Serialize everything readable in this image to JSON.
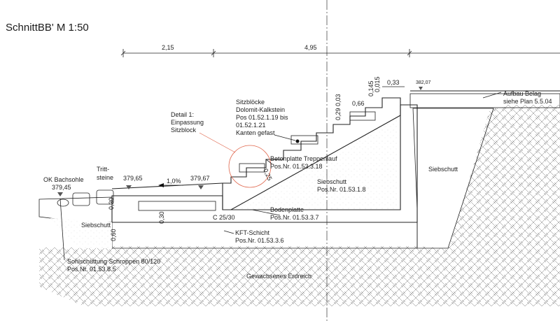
{
  "title": "SchnittBB' M 1:50",
  "dimensions": {
    "left_span": "2,15",
    "right_span": "4,95",
    "top_width": "0,33",
    "step_width": "0,66",
    "step_height_1": "0,015",
    "step_height_2": "0,145",
    "step_height_3": "0,29",
    "step_height_4": "0,03",
    "slab_thickness": "0,30",
    "foundation_thickness": "0,60",
    "stair_slab_thickness": "0,25",
    "block_height": "0,30"
  },
  "levels": {
    "top": "382,07",
    "terrace_right": "379,67",
    "terrace_left": "379,65",
    "bachsohle": "379,45"
  },
  "slope_label": "1,0%",
  "labels": {
    "aufbau_belag_1": "Aufbau Belag",
    "aufbau_belag_2": "siehe Plan 5.5.04",
    "sitzbloecke_1": "Sitzblöcke",
    "sitzbloecke_2": "Dolomit-Kalkstein",
    "sitzbloecke_3": "Pos 01.52.1.19 bis",
    "sitzbloecke_4": "01.52.1.21",
    "sitzbloecke_5": "Kanten gefast",
    "detail_1": "Detail 1:",
    "detail_2": "Einpassung",
    "detail_3": "Sitzblock",
    "treppenlauf_1": "Betonplatte Treppenlauf",
    "treppenlauf_2": "Pos.Nr. 01.53.3.18",
    "siebschutt_mid_1": "Siebschutt",
    "siebschutt_mid_2": "Pos.Nr. 01.53.1.8",
    "siebschutt_right": "Siebschutt",
    "siebschutt_left": "Siebschutt",
    "ok_bachsohle": "OK Bachsohle",
    "trittsteine_1": "Tritt-",
    "trittsteine_2": "steine",
    "concrete_grade": "C 25/30",
    "bodenplatte_1": "Bodenplatte",
    "bodenplatte_2": "Pos.Nr. 01.53.3.7",
    "kft_1": "KFT-Schicht",
    "kft_2": "Pos.Nr. 01.53.3.6",
    "sohlschuettung_1": "Sohlschüttung Schroppen 80/120",
    "sohlschuettung_2": "Pos.Nr. 01.53.8.5",
    "erdreich": "Gewachsenes Erdreich"
  }
}
